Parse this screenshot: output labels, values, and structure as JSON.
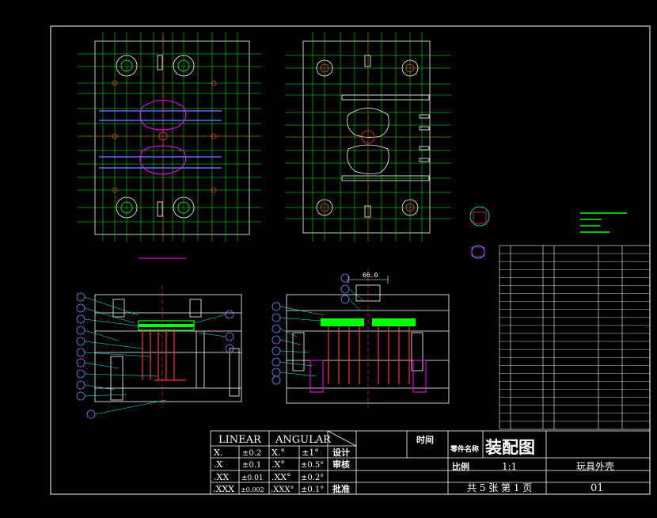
{
  "title_block": {
    "linear": "LINEAR",
    "angular": "ANGULAR",
    "tolerance_rows": [
      {
        "lin_key": "X.",
        "lin_val": "±0.2",
        "ang_key": "X.°",
        "ang_val": "±1°"
      },
      {
        "lin_key": ".X",
        "lin_val": "±0.1",
        "ang_key": ".X°",
        "ang_val": "±0.5°"
      },
      {
        "lin_key": ".XX",
        "lin_val": "±0.01",
        "ang_key": ".XX°",
        "ang_val": "±0.2°"
      },
      {
        "lin_key": ".XXX",
        "lin_val": "±0.002",
        "ang_key": ".XXX°",
        "ang_val": "±0.1°"
      }
    ],
    "design_label": "设计",
    "review_label": "审核",
    "approve_label": "批准",
    "time_label": "时间",
    "part_name_label": "零件名称",
    "drawing_title": "装配图",
    "scale_label": "比例",
    "scale_value": "1:1",
    "product_name": "玩具外壳",
    "sheet_info": "共 5 张 第 1 页",
    "drawing_number": "01"
  },
  "top_right_dimension": "66.0",
  "colors": {
    "background": "#000000",
    "frame": "#ffffff",
    "dimension": "#00ff00",
    "hidden": "#ff3333",
    "cyan": "#00ffff",
    "yellow": "#ffff00",
    "magenta": "#ff00ff",
    "blue": "#6666ff",
    "balloon": "#8080ff"
  }
}
